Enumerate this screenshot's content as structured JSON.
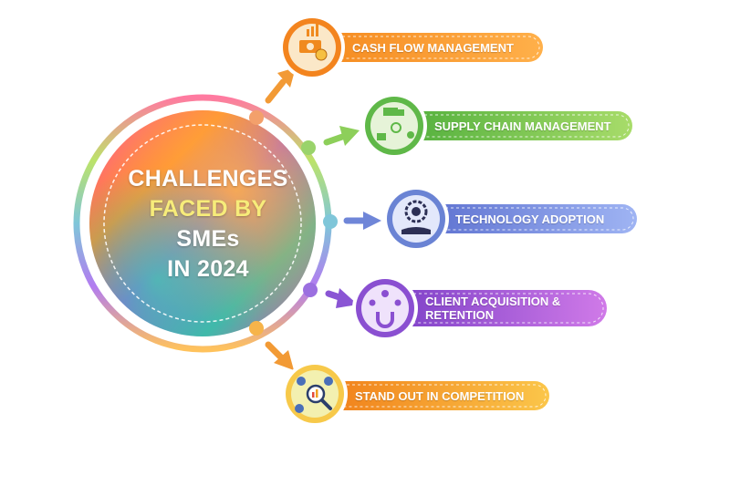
{
  "title": {
    "line1": "CHALLENGES",
    "line2": "FACED BY",
    "line3": "SMEs",
    "line4": "IN 2024"
  },
  "items": [
    {
      "label": "CASH FLOW MANAGEMENT",
      "icon": "cash-flow-icon",
      "color": "#ef7d1a"
    },
    {
      "label": "SUPPLY CHAIN MANAGEMENT",
      "icon": "supply-chain-icon",
      "color": "#6cc04a"
    },
    {
      "label": "TECHNOLOGY ADOPTION",
      "icon": "idea-gear-hand-icon",
      "color": "#6d86d6"
    },
    {
      "label": "CLIENT ACQUISITION & RETENTION",
      "icon": "client-magnet-icon",
      "color": "#8a4fd1"
    },
    {
      "label": "STAND OUT IN COMPETITION",
      "icon": "competition-search-icon",
      "color": "#f08a1c"
    }
  ]
}
